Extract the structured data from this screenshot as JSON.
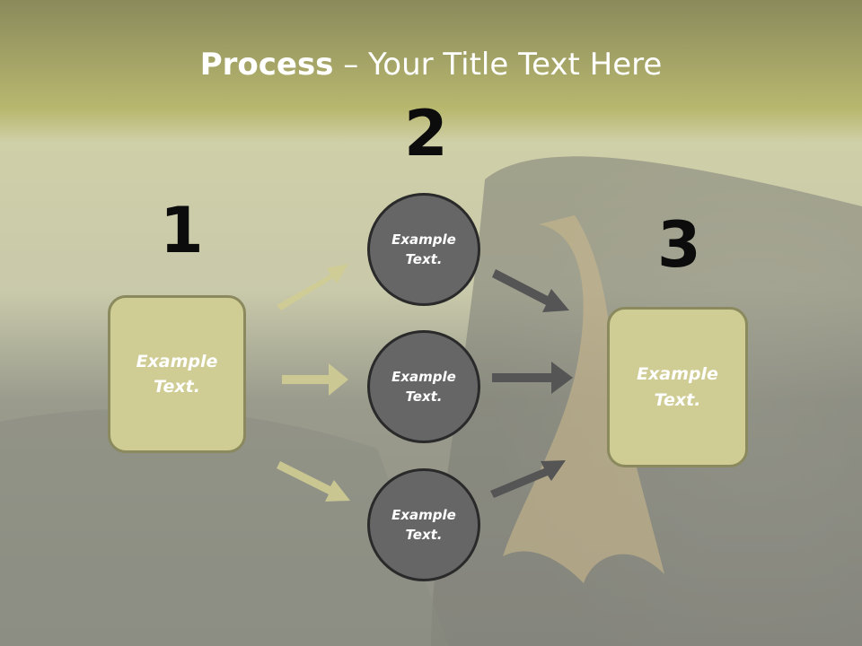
{
  "title": {
    "bold": "Process",
    "rest": " – Your Title Text Here"
  },
  "steps": [
    {
      "number": "1",
      "label_line1": "Example",
      "label_line2": "Text."
    },
    {
      "number": "2",
      "label_line1": "Example",
      "label_line2": "Text."
    },
    {
      "number": "3",
      "label_line1": "Example",
      "label_line2": "Text."
    }
  ],
  "circles": [
    {
      "line1": "Example",
      "line2": "Text."
    },
    {
      "line1": "Example",
      "line2": "Text."
    },
    {
      "line1": "Example",
      "line2": "Text."
    }
  ],
  "colors": {
    "box_fill": "#cfcc94",
    "circle_fill": "#666666",
    "arrow_left": "#cfcc94",
    "arrow_right": "#555555",
    "title_band": "#b8b870"
  }
}
